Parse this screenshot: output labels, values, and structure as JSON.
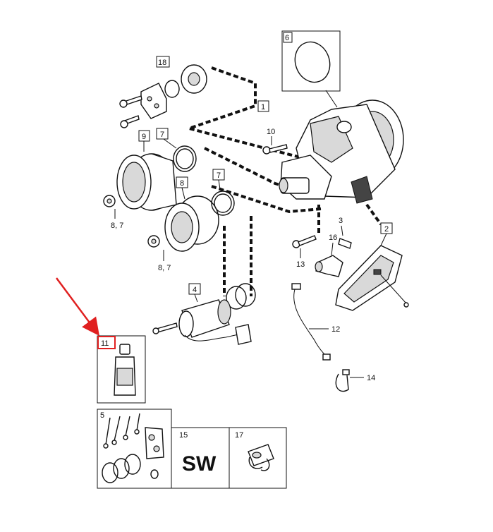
{
  "callouts": {
    "c1": "1",
    "c2": "2",
    "c3": "3",
    "c4": "4",
    "c5": "5",
    "c6": "6",
    "c7a": "7",
    "c7b": "7",
    "c8": "8",
    "c8_7a": "8, 7",
    "c8_7b": "8, 7",
    "c9": "9",
    "c10": "10",
    "c11": "11",
    "c12": "12",
    "c13": "13",
    "c14": "14",
    "c15": "15",
    "c16": "16",
    "c17": "17",
    "c18": "18"
  },
  "kit15_text": "SW",
  "colors": {
    "highlight_arrow": "#e02020",
    "line": "#111111",
    "background": "#ffffff"
  }
}
